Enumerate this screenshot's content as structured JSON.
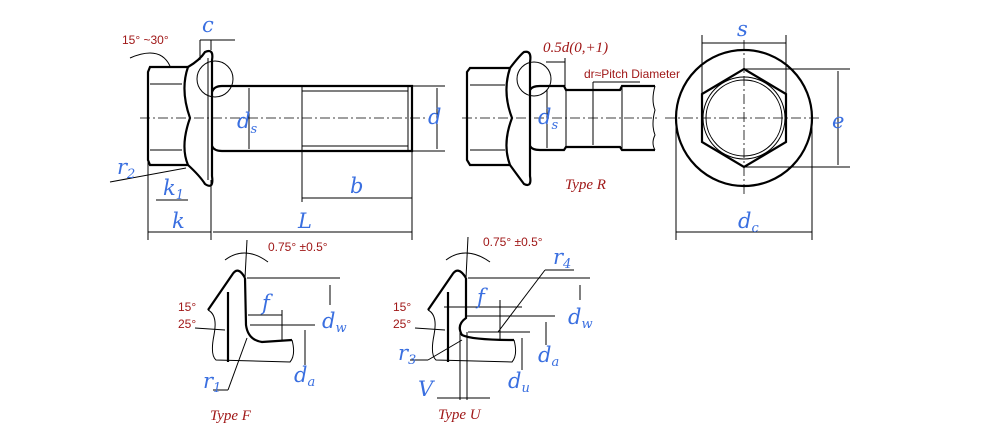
{
  "main_view": {
    "angle_label": "15° ~30°",
    "c": "c",
    "ds": "d",
    "ds_sub": "s",
    "d": "d",
    "r2": "r",
    "r2_sub": "2",
    "k1": "k",
    "k1_sub": "1",
    "k": "k",
    "b": "b",
    "L": "L"
  },
  "type_r": {
    "title": "Type R",
    "length_label": "0.5d(0,+1)",
    "pitch_label": "dr≈Pitch Diameter",
    "ds": "d",
    "ds_sub": "s"
  },
  "end_view": {
    "s": "s",
    "e": "e",
    "dc": "d",
    "dc_sub": "c"
  },
  "type_f": {
    "title": "Type F",
    "angle_label": "0.75° ±0.5°",
    "a15": "15°",
    "a25": "25°",
    "f": "f",
    "dw": "d",
    "dw_sub": "w",
    "r1": "r",
    "r1_sub": "1",
    "da": "d",
    "da_sub": "a"
  },
  "type_u": {
    "title": "Type U",
    "angle_label": "0.75° ±0.5°",
    "a15": "15°",
    "a25": "25°",
    "f": "f",
    "r4": "r",
    "r4_sub": "4",
    "dw": "d",
    "dw_sub": "w",
    "r3": "r",
    "r3_sub": "3",
    "da": "d",
    "da_sub": "a",
    "du": "d",
    "du_sub": "u",
    "V": "V"
  }
}
